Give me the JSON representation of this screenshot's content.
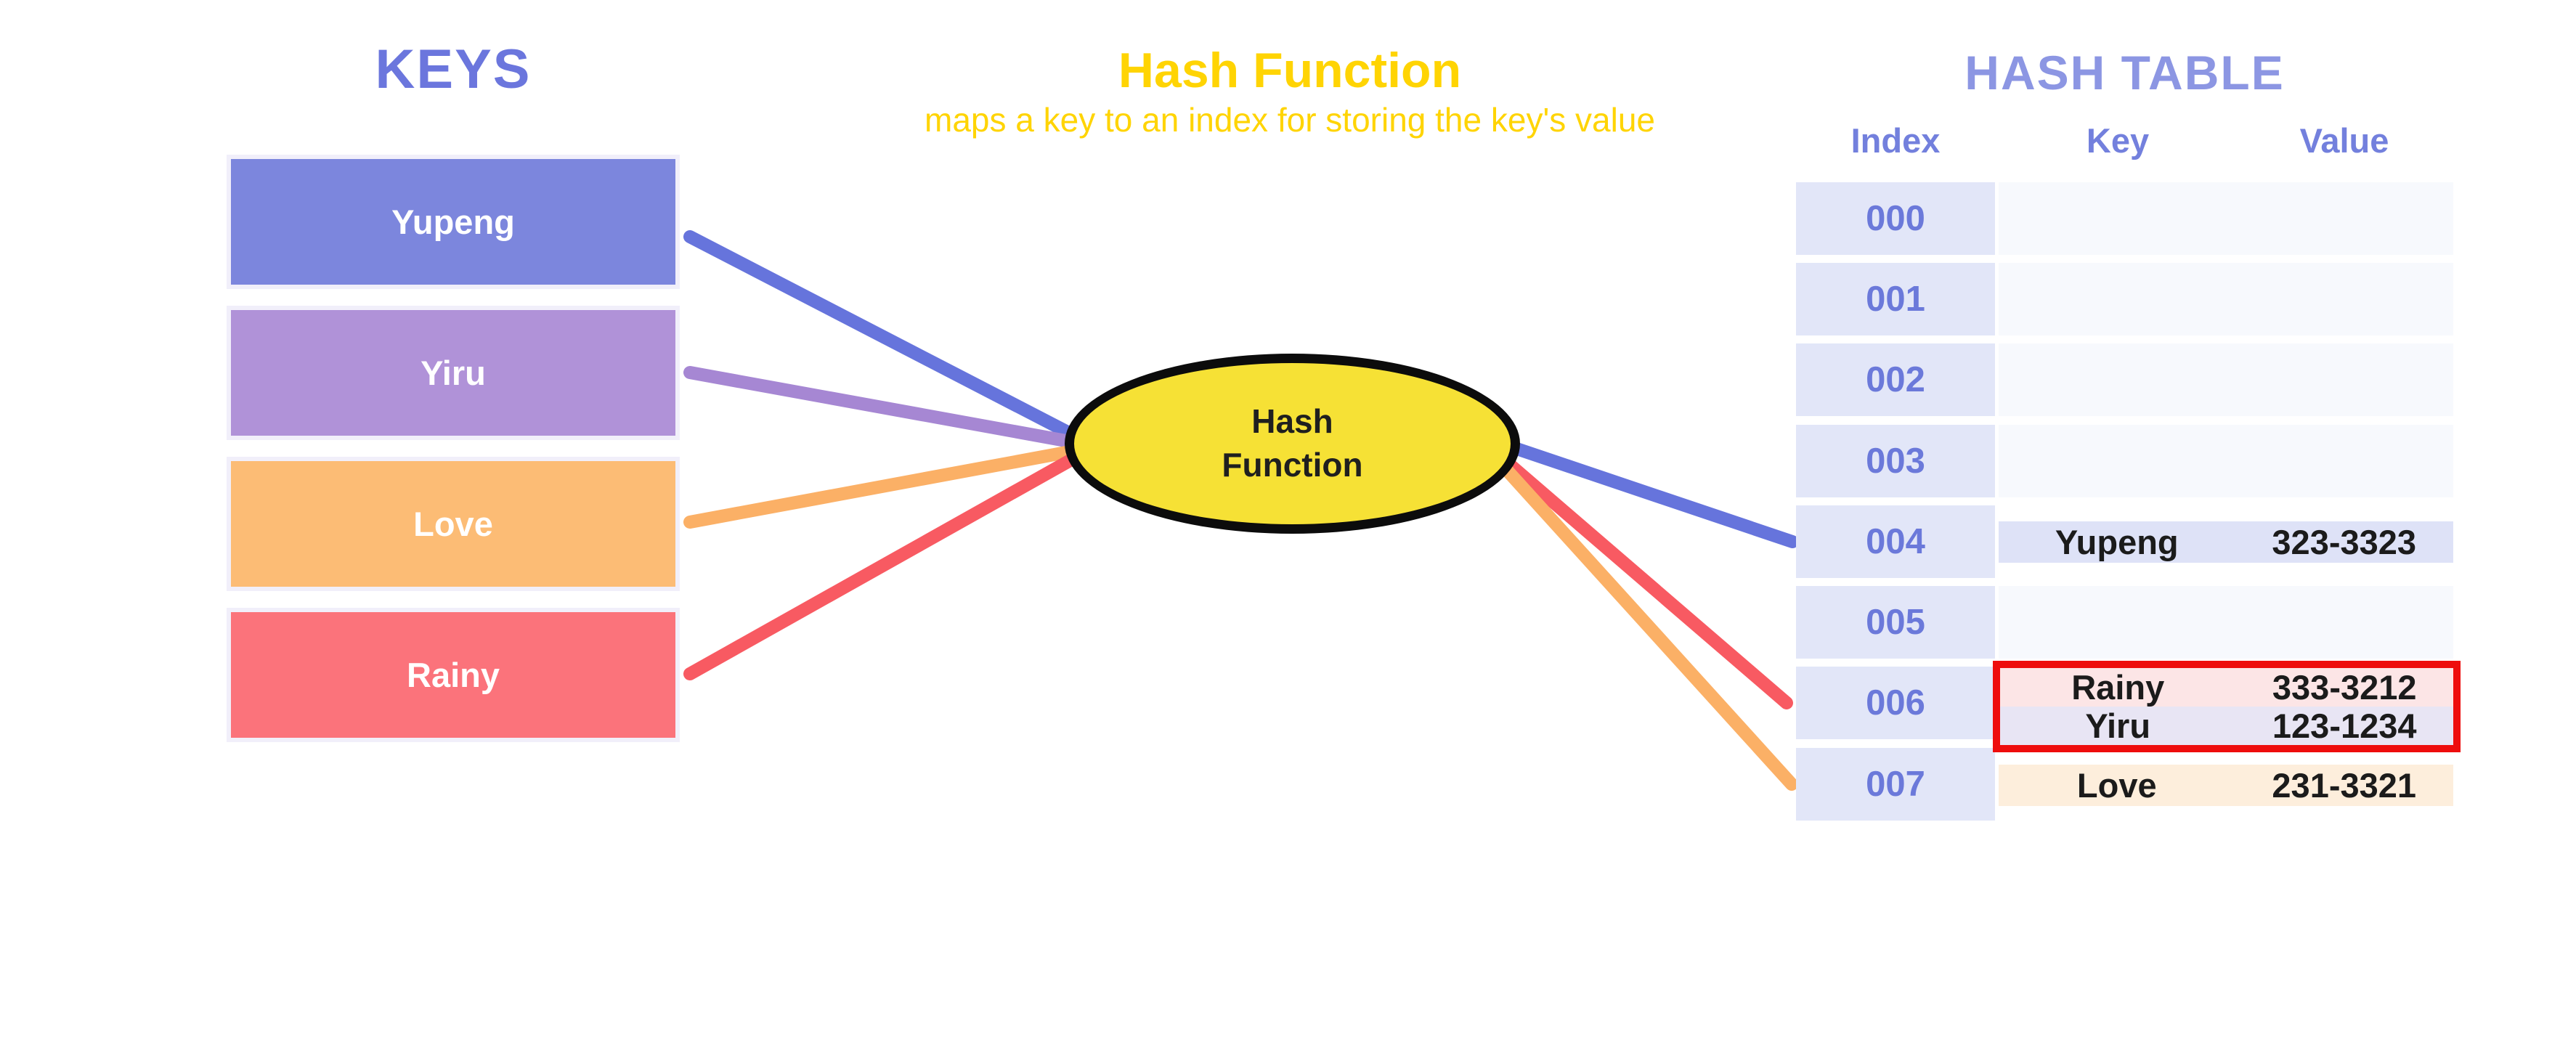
{
  "page": {
    "background": "#ffffff"
  },
  "keys_panel": {
    "title": "KEYS",
    "title_color": "#6b76dd",
    "items": [
      {
        "label": "Yupeng",
        "box_color": "#7c86dd",
        "line_color": "#6674dc"
      },
      {
        "label": "Yiru",
        "box_color": "#b092d8",
        "line_color": "#a687d3"
      },
      {
        "label": "Love",
        "box_color": "#fcbc75",
        "line_color": "#fbb066"
      },
      {
        "label": "Rainy",
        "box_color": "#fb737b",
        "line_color": "#f85a62"
      }
    ]
  },
  "hash_function": {
    "heading": "Hash Function",
    "subheading": "maps a key to an index for storing the key's value",
    "heading_color": "#ffd403",
    "node": {
      "line1": "Hash",
      "line2": "Function",
      "fill": "#f6e135",
      "stroke": "#0c0c0c"
    }
  },
  "hash_table": {
    "title": "HASH TABLE",
    "title_color": "#8c96e3",
    "columns": [
      "Index",
      "Key",
      "Value"
    ],
    "index_color": "#6b79da",
    "index_cell_bg": "#e2e6f8",
    "empty_cell_bg": "#f7f9fd",
    "highlight_border_color": "#ee0d0d",
    "rows": [
      {
        "index": "000",
        "entries": []
      },
      {
        "index": "001",
        "entries": []
      },
      {
        "index": "002",
        "entries": []
      },
      {
        "index": "003",
        "entries": []
      },
      {
        "index": "004",
        "entries": [
          {
            "key": "Yupeng",
            "value": "323-3323",
            "bg": "#dee2f7"
          }
        ]
      },
      {
        "index": "005",
        "entries": []
      },
      {
        "index": "006",
        "highlighted": true,
        "entries": [
          {
            "key": "Rainy",
            "value": "333-3212",
            "bg": "#fce5e6"
          },
          {
            "key": "Yiru",
            "value": "123-1234",
            "bg": "#e8e5f4"
          }
        ]
      },
      {
        "index": "007",
        "entries": [
          {
            "key": "Love",
            "value": "231-3321",
            "bg": "#fdeedc"
          }
        ]
      }
    ]
  }
}
